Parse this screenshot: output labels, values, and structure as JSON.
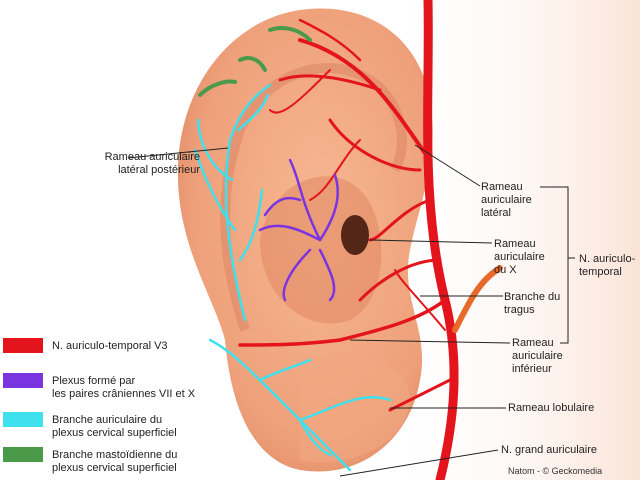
{
  "labels": {
    "lateral_posterior": [
      "Rameau auriculaire",
      "latéral postérieur"
    ],
    "lateral": [
      "Rameau",
      "auriculaire",
      "latéral"
    ],
    "du_x": [
      "Rameau",
      "auriculaire",
      "du X"
    ],
    "tragus": [
      "Branche du",
      "tragus"
    ],
    "inferieur": [
      "Rameau",
      "auriculaire",
      "inférieur"
    ],
    "auriculo_temporal": [
      "N. auriculo-",
      "temporal"
    ],
    "lobulaire": "Rameau lobulaire",
    "grand_auriculaire": "N. grand auriculaire"
  },
  "legend": [
    {
      "color": "#e3141c",
      "lines": [
        "N. auriculo-temporal V3"
      ]
    },
    {
      "color": "#7b35e0",
      "lines": [
        "Plexus formé par",
        "les paires crâniennes VII et X"
      ]
    },
    {
      "color": "#3fe0ee",
      "lines": [
        "Branche auriculaire du",
        "plexus cervical superficiel"
      ]
    },
    {
      "color": "#4a9a4a",
      "lines": [
        "Branche mastoïdienne du",
        "plexus cervical superficiel"
      ]
    }
  ],
  "credit": "Natom - © Geckomedia"
}
